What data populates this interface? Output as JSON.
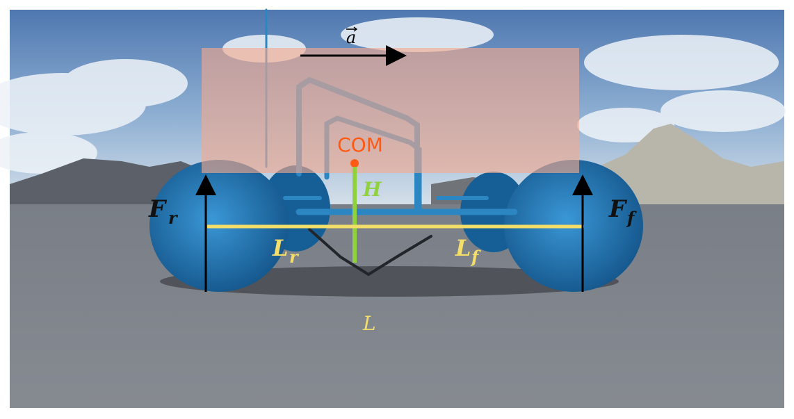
{
  "labels": {
    "acceleration": "a",
    "com": "COM",
    "height": "H",
    "force_rear": "F",
    "force_rear_sub": "r",
    "force_front": "F",
    "force_front_sub": "f",
    "length_rear": "L",
    "length_rear_sub": "r",
    "length_front": "L",
    "length_front_sub": "f",
    "length_total": "L"
  },
  "colors": {
    "sky_top": "#5b84b8",
    "sky_bottom": "#c9d7e6",
    "ground": "#878b92",
    "wheel": "#1e75b4",
    "frame": "#2b86c2",
    "overlay": "#f4a98e",
    "com": "#ff5a14",
    "height_line": "#8fd13f",
    "length_line": "#f3de6a",
    "force_arrow": "#000000"
  }
}
